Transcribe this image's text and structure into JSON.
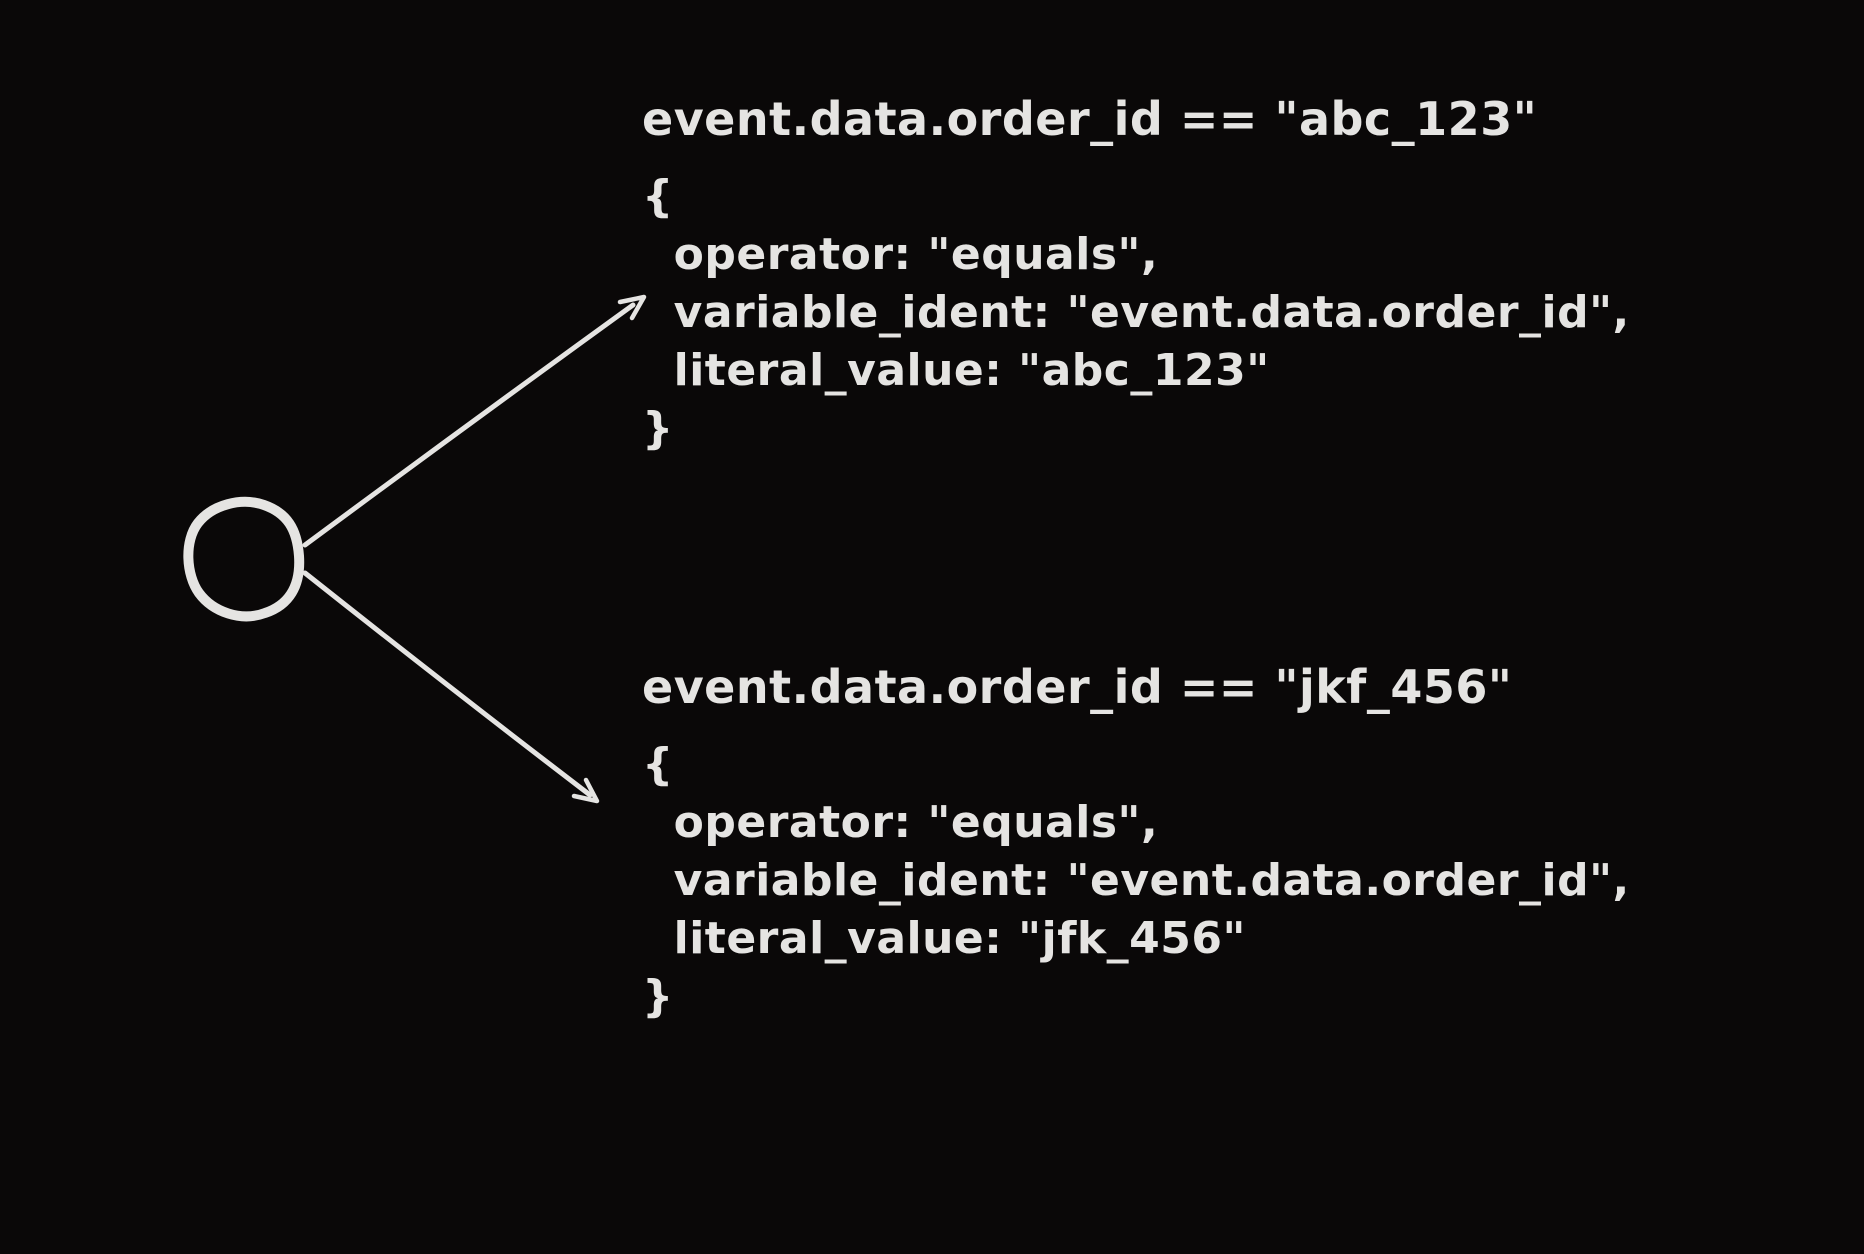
{
  "canvas": {
    "background_color": "#0a0808",
    "ink_color": "#e5e4e2"
  },
  "diagram": {
    "node": {
      "shape": "circle",
      "label": ""
    },
    "branches": [
      {
        "title": "event.data.order_id == \"abc_123\"",
        "code": "{\n  operator: \"equals\",\n  variable_ident: \"event.data.order_id\",\n  literal_value: \"abc_123\"\n}"
      },
      {
        "title": "event.data.order_id == \"jkf_456\"",
        "code": "{\n  operator: \"equals\",\n  variable_ident: \"event.data.order_id\",\n  literal_value: \"jfk_456\"\n}"
      }
    ]
  }
}
